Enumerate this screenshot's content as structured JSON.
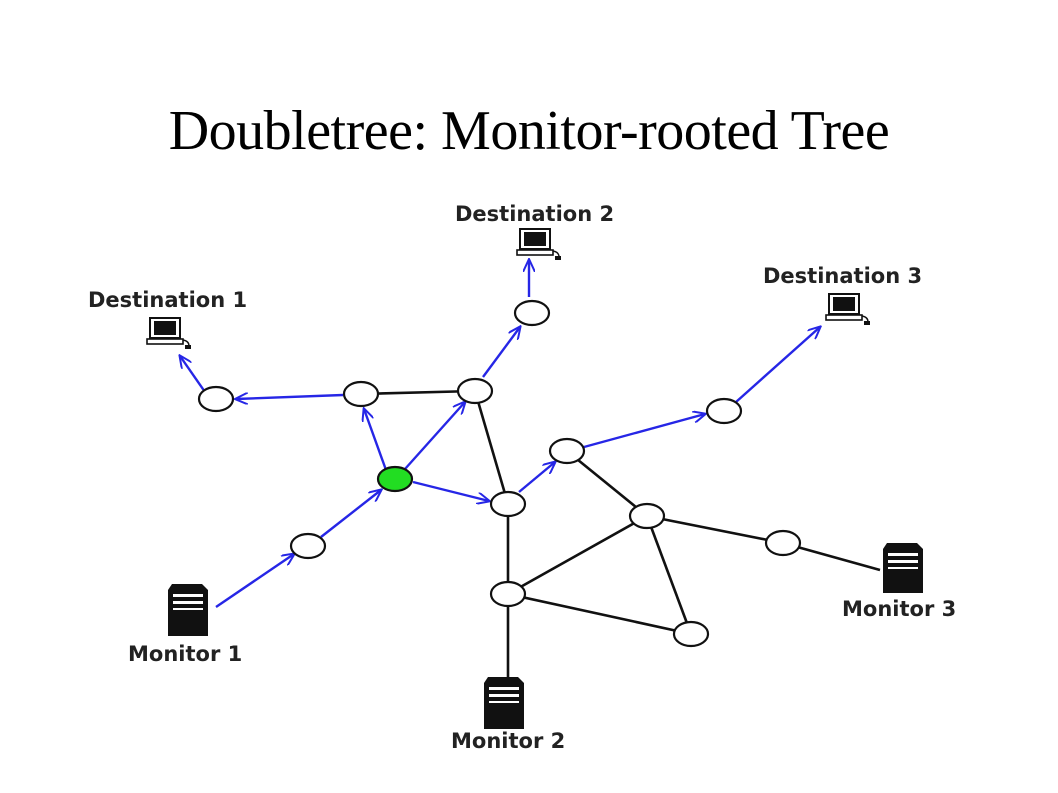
{
  "slide": {
    "title": "Doubletree: Monitor-rooted Tree"
  },
  "colors": {
    "background": "#ffffff",
    "probe_arrow": "#2626e6",
    "link": "#111111",
    "root_node": "#22dd22",
    "node_fill": "#ffffff"
  },
  "labels": {
    "destination_1": "Destination 1",
    "destination_2": "Destination 2",
    "destination_3": "Destination 3",
    "monitor_1": "Monitor 1",
    "monitor_2": "Monitor 2",
    "monitor_3": "Monitor 3"
  },
  "legend": {
    "probe_icon": "laptop-icon",
    "monitor_icon": "server-tower-icon",
    "highlighted_node": "green router node"
  }
}
